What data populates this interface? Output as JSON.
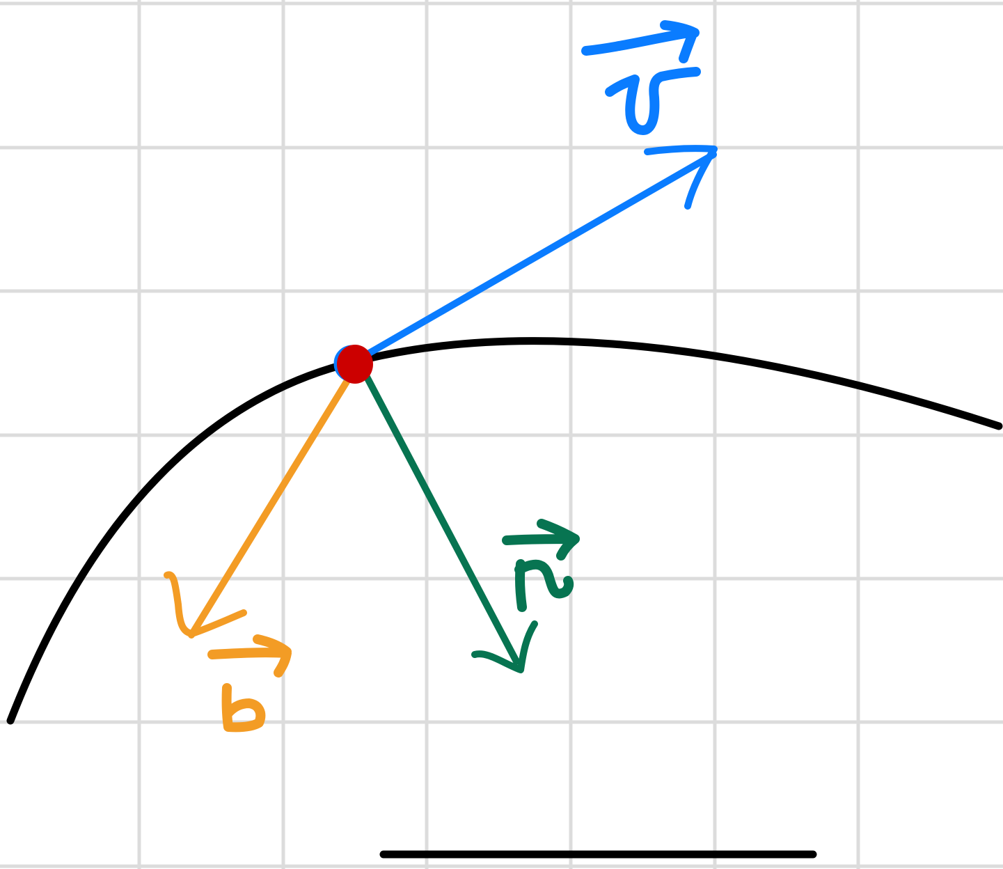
{
  "canvas": {
    "background": "#ffffff",
    "grid_color": "#dcdcdc",
    "grid": true
  },
  "curve": {
    "name": "trajectory",
    "color": "#000000"
  },
  "point": {
    "name": "point-on-curve",
    "color": "#cc0000"
  },
  "vectors": [
    {
      "id": "v",
      "label": "v",
      "color": "#0a7cff",
      "icon": "vector-arrow"
    },
    {
      "id": "n",
      "label": "n",
      "color": "#077451",
      "icon": "vector-arrow"
    },
    {
      "id": "b",
      "label": "b",
      "color": "#f39c25",
      "icon": "vector-arrow"
    }
  ],
  "home_indicator": {
    "color": "#000000"
  }
}
